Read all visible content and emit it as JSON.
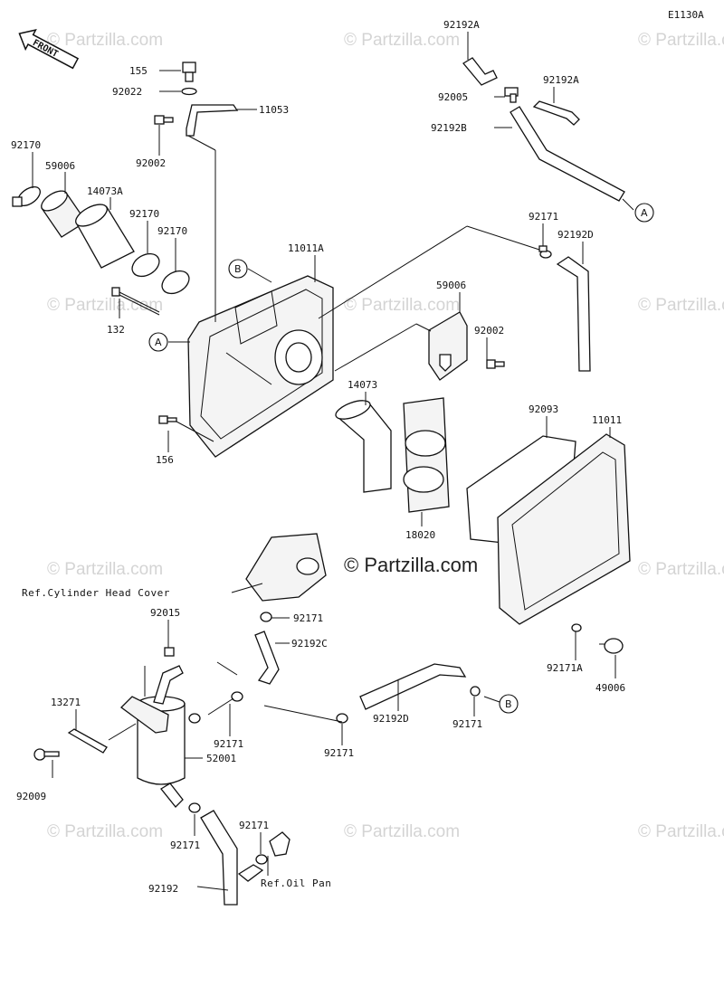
{
  "diagram_code": "E1130A",
  "front_arrow_text": "FRONT",
  "watermark_text": "© Partzilla.com",
  "center_watermark_text": "© Partzilla.com",
  "callouts": {
    "a": "A",
    "b": "B"
  },
  "labels": {
    "p155": "155",
    "p92022": "92022",
    "p11053": "11053",
    "p92002_top": "92002",
    "p92170_left": "92170",
    "p59006_left": "59006",
    "p14073A": "14073A",
    "p92170_mid1": "92170",
    "p92170_mid2": "92170",
    "p132": "132",
    "p11011A": "11011A",
    "p156": "156",
    "p92192A_1": "92192A",
    "p92005": "92005",
    "p92192A_2": "92192A",
    "p92192B": "92192B",
    "p92171_tr": "92171",
    "p92192D_tr": "92192D",
    "p59006_mid": "59006",
    "p92002_mid": "92002",
    "p14073": "14073",
    "p92093": "92093",
    "p11011": "11011",
    "p18020": "18020",
    "ref_cyl": "Ref.Cylinder Head Cover",
    "p92171_c": "92171",
    "p92192C": "92192C",
    "p92015": "92015",
    "p13271": "13271",
    "p92171_l1": "92171",
    "p52001": "52001",
    "p92009": "92009",
    "p92171_mid": "92171",
    "p92192D_low": "92192D",
    "p92171_b": "92171",
    "p92171A": "92171A",
    "p49006": "49006",
    "p92171_low1": "92171",
    "p92171_low2": "92171",
    "p92192": "92192",
    "ref_oil": "Ref.Oil Pan"
  }
}
